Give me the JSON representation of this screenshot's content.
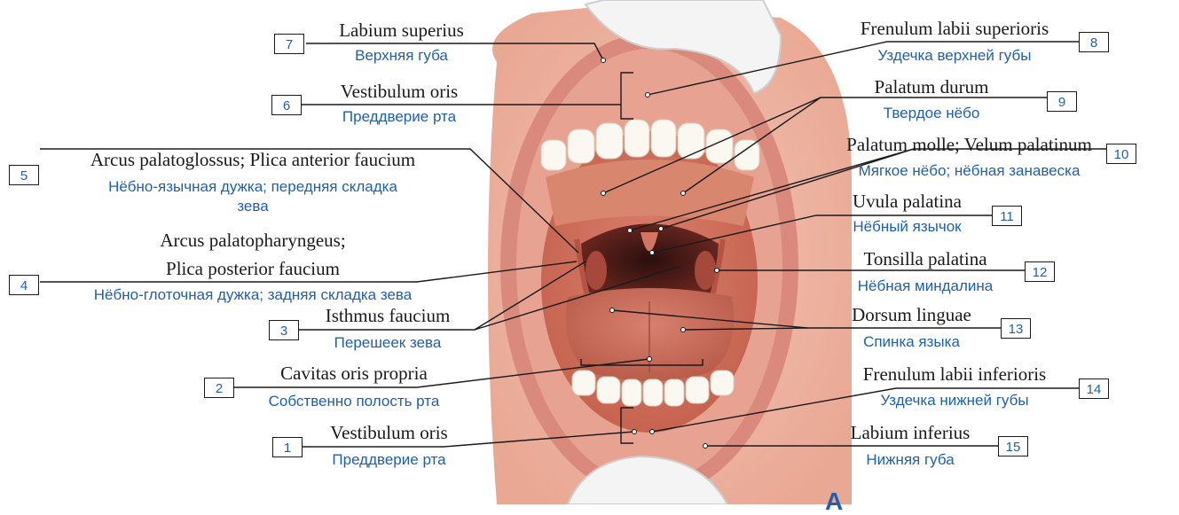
{
  "figure_letter": "А",
  "labels": [
    {
      "num": "7",
      "latin": "Labium superius",
      "russian": "Верхняя губа"
    },
    {
      "num": "6",
      "latin": "Vestibulum oris",
      "russian": "Преддверие рта"
    },
    {
      "num": "5",
      "latin": "Arcus palatoglossus; Plica anterior faucium",
      "russian": "Нёбно-язычная дужка; передняя складка",
      "russian_2": "зева"
    },
    {
      "num": "4",
      "latin": "Arcus palatopharyngeus;",
      "latin_2": "Plica posterior faucium",
      "russian": "Нёбно-глоточная дужка; задняя складка зева"
    },
    {
      "num": "3",
      "latin": "Isthmus faucium",
      "russian": "Перешеек зева"
    },
    {
      "num": "2",
      "latin": "Cavitas oris propria",
      "russian": "Собственно полость рта"
    },
    {
      "num": "1",
      "latin": "Vestibulum oris",
      "russian": "Преддверие рта"
    },
    {
      "num": "8",
      "latin": "Frenulum labii superioris",
      "russian": "Уздечка верхней губы"
    },
    {
      "num": "9",
      "latin": "Palatum durum",
      "russian": "Твердое нёбо"
    },
    {
      "num": "10",
      "latin": "Palatum molle; Velum palatinum",
      "russian": "Мягкое нёбо; нёбная занавеска"
    },
    {
      "num": "11",
      "latin": "Uvula palatina",
      "russian": "Нёбный язычок"
    },
    {
      "num": "12",
      "latin": "Tonsilla palatina",
      "russian": "Нёбная миндалина"
    },
    {
      "num": "13",
      "latin": "Dorsum linguae",
      "russian": "Спинка языка"
    },
    {
      "num": "14",
      "latin": "Frenulum labii inferioris",
      "russian": "Уздечка нижней губы"
    },
    {
      "num": "15",
      "latin": "Labium inferius",
      "russian": "Нижняя губа"
    }
  ]
}
